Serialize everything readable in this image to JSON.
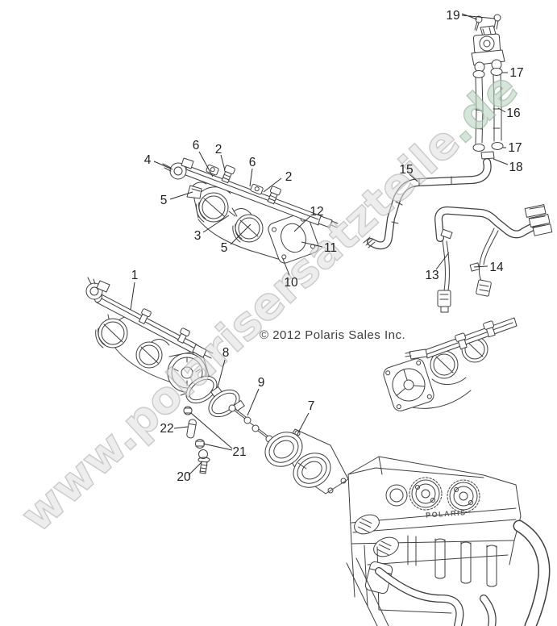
{
  "page": {
    "copyright": "© 2012 Polaris Sales Inc.",
    "engine_brand": "POLARIS",
    "watermark": {
      "main": "www.polarisersatzteile",
      "suffix": ".de",
      "main_color": "#d9d9d9",
      "main_outline": "#949494",
      "suffix_color": "#b7d2bc",
      "suffix_outline": "#7aa383"
    },
    "line_color": "#3f3f3f",
    "callouts": {
      "c1": "1",
      "c2a": "2",
      "c2b": "2",
      "c3": "3",
      "c4": "4",
      "c5a": "5",
      "c5b": "5",
      "c6a": "6",
      "c6b": "6",
      "c7": "7",
      "c8": "8",
      "c9": "9",
      "c10": "10",
      "c11": "11",
      "c12": "12",
      "c13": "13",
      "c14": "14",
      "c15": "15",
      "c16": "16",
      "c17a": "17",
      "c17b": "17",
      "c18": "18",
      "c19": "19",
      "c20": "20",
      "c21": "21",
      "c22": "22"
    }
  }
}
